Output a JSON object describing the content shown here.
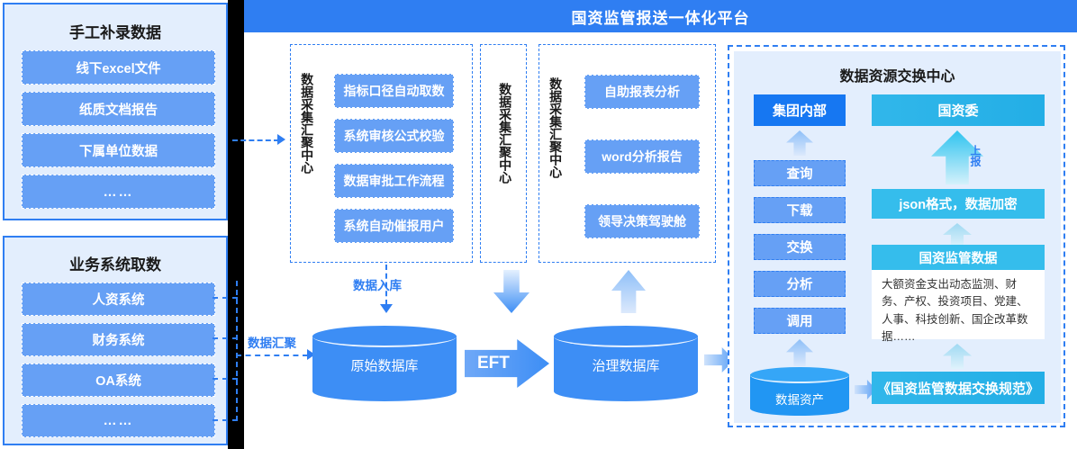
{
  "header": {
    "title": "国资监管报送一体化平台"
  },
  "left_panels": [
    {
      "title": "手工补录数据",
      "items": [
        "线下excel文件",
        "纸质文档报告",
        "下属单位数据",
        "……"
      ]
    },
    {
      "title": "业务系统取数",
      "items": [
        "人资系统",
        "财务系统",
        "OA系统",
        "……"
      ]
    }
  ],
  "center_columns": [
    {
      "vertical_label": "数据采集汇聚中心",
      "items": [
        "指标口径自动取数",
        "系统审核公式校验",
        "数据审批工作流程",
        "系统自动催报用户"
      ]
    },
    {
      "vertical_label": "数据采集汇聚中心",
      "items": []
    },
    {
      "vertical_label": "数据采集汇聚中心",
      "items": [
        "自助报表分析",
        "word分析报告",
        "领导决策驾驶舱"
      ]
    }
  ],
  "flow": {
    "label_aggregate": "数据汇聚",
    "label_ingest": "数据入库",
    "db_raw": "原始数据库",
    "db_governed": "治理数据库",
    "transform": "EFT"
  },
  "exchange_center": {
    "title": "数据资源交换中心",
    "internal": {
      "header": "集团内部",
      "actions": [
        "查询",
        "下载",
        "交换",
        "分析",
        "调用"
      ]
    },
    "external": {
      "header": "国资委",
      "arrow_label": "上报",
      "format": "json格式，数据加密",
      "data_card_title": "国资监管数据",
      "data_card_body": "大额资金支出动态监测、财务、产权、投资项目、党建、人事、科技创新、国企改革数据……",
      "spec": "《国资监管数据交换规范》"
    },
    "asset_db": "数据资产"
  },
  "colors": {
    "brand_blue": "#2f7ef2",
    "chip_blue": "#66a0f5",
    "solid_blue": "#1677f2",
    "cyan": "#35bdec",
    "panel_bg": "#e3eefd"
  }
}
